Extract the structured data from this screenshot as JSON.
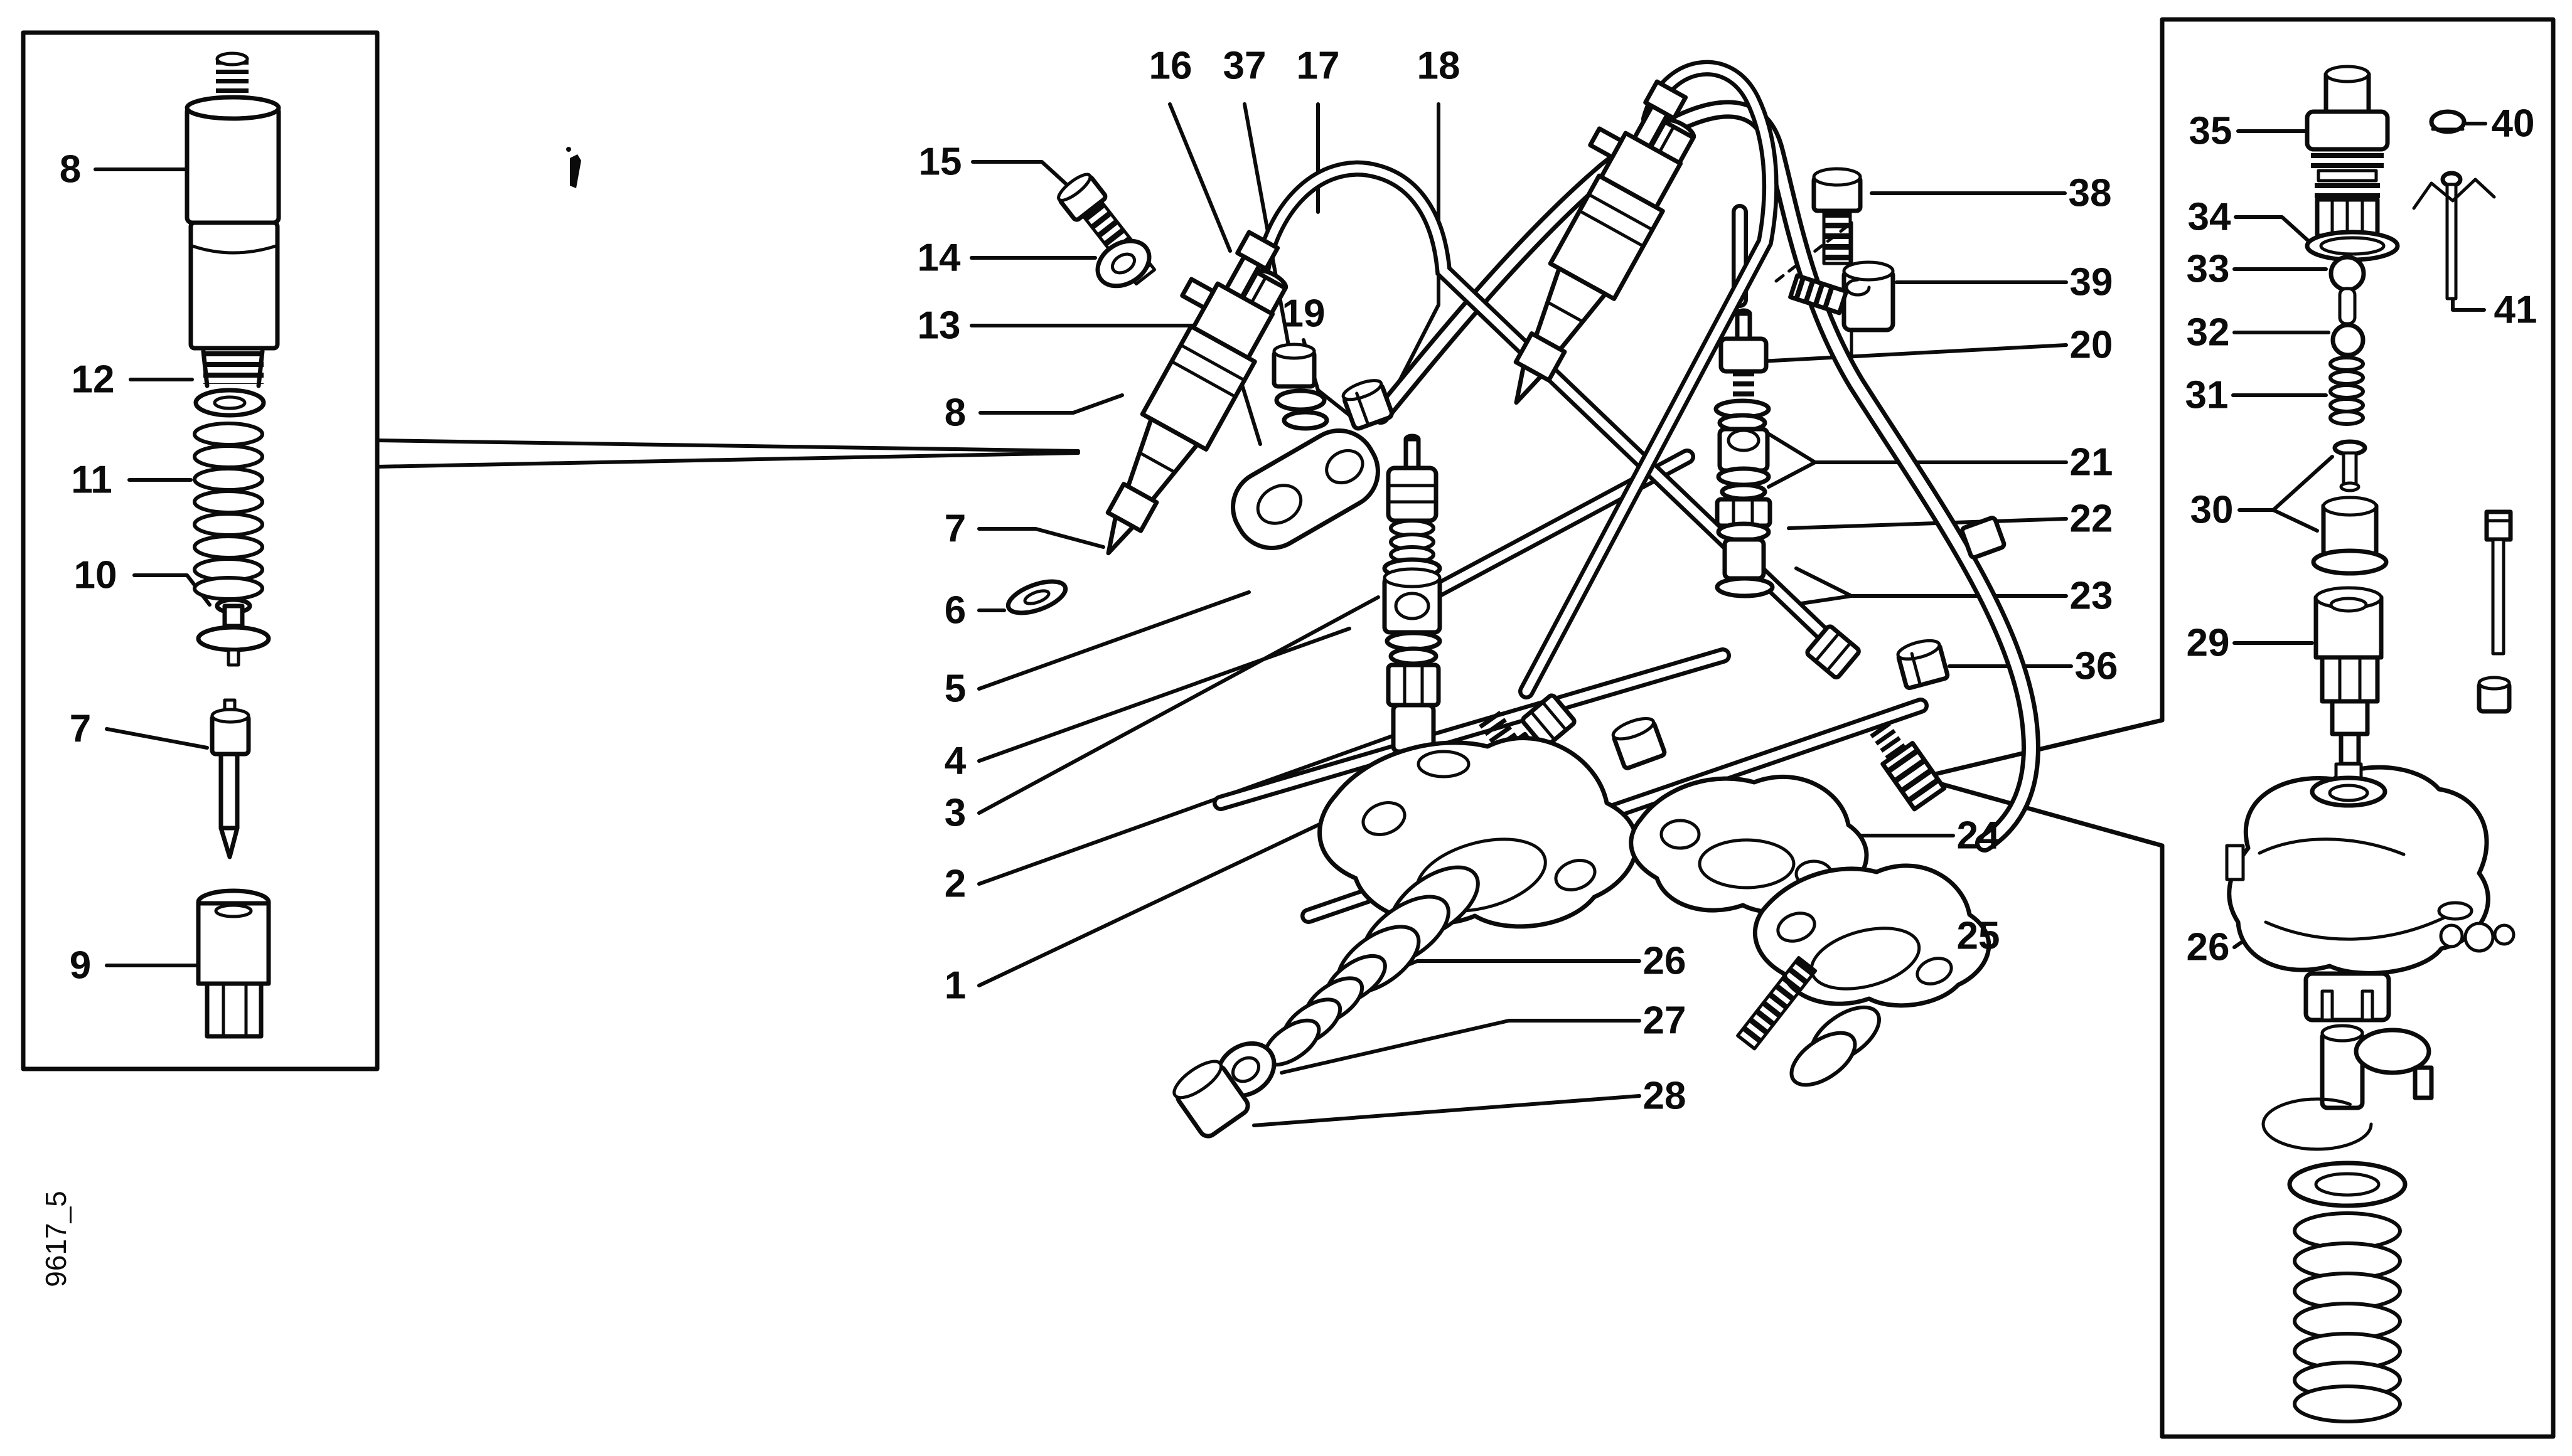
{
  "figure_code": "9617_5",
  "colors": {
    "ink": "#0b0b0b",
    "paper": "#ffffff"
  },
  "callouts": {
    "left_8": "8",
    "left_12": "12",
    "left_11": "11",
    "left_10": "10",
    "left_7": "7",
    "left_9": "9",
    "col_15": "15",
    "col_14": "14",
    "col_13": "13",
    "col_8": "8",
    "col_7": "7",
    "col_6": "6",
    "col_5": "5",
    "col_4": "4",
    "col_3": "3",
    "col_2": "2",
    "col_1": "1",
    "top_16": "16",
    "top_37": "37",
    "top_17": "17",
    "top_18": "18",
    "mid_19": "19",
    "right_38": "38",
    "right_39": "39",
    "right_20": "20",
    "right_21": "21",
    "right_22": "22",
    "right_23": "23",
    "right_36": "36",
    "right_24": "24",
    "right_25": "25",
    "bottom_26": "26",
    "bottom_27": "27",
    "bottom_28": "28",
    "box_35": "35",
    "box_34": "34",
    "box_33": "33",
    "box_32": "32",
    "box_31": "31",
    "box_30": "30",
    "box_29": "29",
    "box_26": "26",
    "box_40": "40",
    "box_41": "41"
  }
}
